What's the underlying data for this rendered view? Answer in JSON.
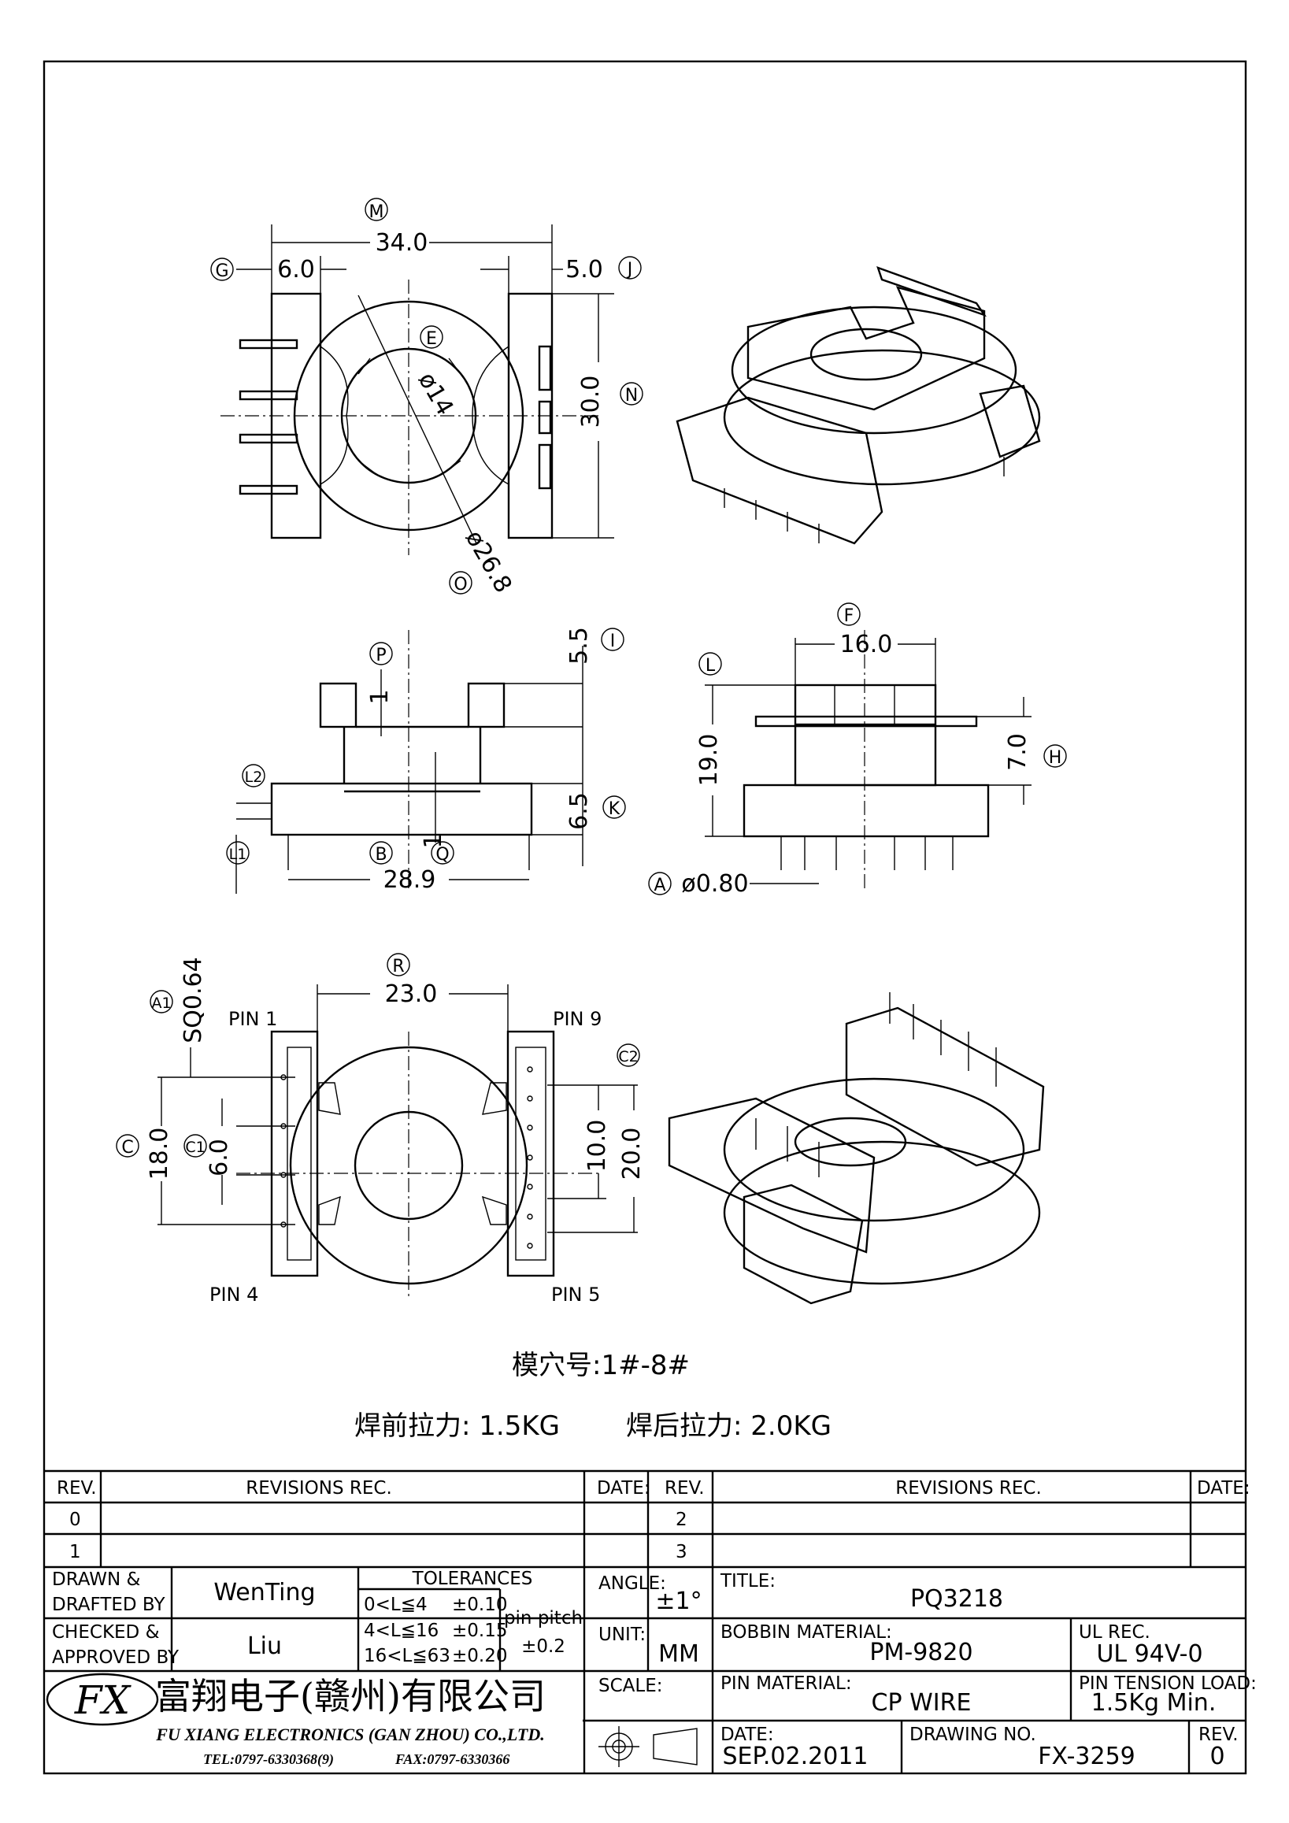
{
  "top_view": {
    "dim_m_value": "34.0",
    "dim_m_tag": "M",
    "dim_g_value": "6.0",
    "dim_g_tag": "G",
    "dim_j_value": "5.0",
    "dim_j_tag": "J",
    "dim_n_value": "30.0",
    "dim_n_tag": "N",
    "dim_e_value": "ø14",
    "dim_e_tag": "E",
    "dim_o_value": "ø26.8",
    "dim_o_tag": "O"
  },
  "front_view": {
    "dim_p_value": "1",
    "dim_p_tag": "P",
    "dim_i_value": "5.5",
    "dim_i_tag": "I",
    "dim_k_value": "6.5",
    "dim_k_tag": "K",
    "dim_q_value": "1",
    "dim_q_tag": "Q",
    "dim_b_value": "28.9",
    "dim_b_tag": "B",
    "dim_l1_tag": "L1",
    "dim_l2_tag": "L2"
  },
  "side_view": {
    "dim_f_value": "16.0",
    "dim_f_tag": "F",
    "dim_l_value": "19.0",
    "dim_l_tag": "L",
    "dim_h_value": "7.0",
    "dim_h_tag": "H",
    "dim_a_value": "ø0.80",
    "dim_a_tag": "A"
  },
  "bottom_view": {
    "dim_r_value": "23.0",
    "dim_r_tag": "R",
    "dim_a1_value": "SQ0.64",
    "dim_a1_tag": "A1",
    "dim_c_value": "18.0",
    "dim_c_tag": "C",
    "dim_c1_value": "6.0",
    "dim_c1_tag": "C1",
    "dim_c2_tag": "C2",
    "dim_10_value": "10.0",
    "dim_20_value": "20.0",
    "pin1": "PIN 1",
    "pin4": "PIN 4",
    "pin5": "PIN 5",
    "pin9": "PIN 9"
  },
  "notes": {
    "mold_cavity": "模穴号:1#-8#",
    "pull_before": "焊前拉力: 1.5KG",
    "pull_after": "焊后拉力: 2.0KG"
  },
  "title_block": {
    "rev_header": "REV.",
    "revisions_header": "REVISIONS REC.",
    "date_header": "DATE:",
    "rev_header_2": "REV.",
    "revisions_header_2": "REVISIONS REC.",
    "date_header_2": "DATE:",
    "rev_0": "0",
    "rev_1": "1",
    "rev_2": "2",
    "rev_3": "3",
    "drawn_label_1": "DRAWN &",
    "drawn_label_2": "DRAFTED BY",
    "drawn_value": "WenTing",
    "checked_label_1": "CHECKED &",
    "checked_label_2": "APPROVED BY",
    "checked_value": "Liu",
    "tolerances_label": "TOLERANCES",
    "tol_1": "0<L≦4",
    "tol_1_v": "±0.10",
    "tol_2": "4<L≦16",
    "tol_2_v": "±0.15",
    "tol_3": "16<L≦63",
    "tol_3_v": "±0.20",
    "pin_pitch_label": "pin pitch",
    "pin_pitch_value": "±0.2",
    "angle_label": "ANGLE:",
    "angle_value": "±1°",
    "unit_label": "UNIT:",
    "unit_value": "MM",
    "scale_label": "SCALE:",
    "title_label": "TITLE:",
    "title_value": "PQ3218",
    "bobbin_label": "BOBBIN MATERIAL:",
    "bobbin_value": "PM-9820",
    "ul_label": "UL REC.",
    "ul_value": "UL 94V-0",
    "pin_material_label": "PIN MATERIAL:",
    "pin_material_value": "CP WIRE",
    "tension_label": "PIN TENSION LOAD:",
    "tension_value": "1.5Kg Min.",
    "date_label": "DATE:",
    "date_value": "SEP.02.2011",
    "drawing_no_label": "DRAWING NO.",
    "drawing_no_value": "FX-3259",
    "rev_label": "REV.",
    "rev_value": "0",
    "company_cn": "富翔电子(赣州)有限公司",
    "company_en": "FU XIANG ELECTRONICS (GAN ZHOU) CO.,LTD.",
    "tel": "TEL:0797-6330368(9)",
    "fax": "FAX:0797-6330366",
    "logo_text": "FX"
  }
}
